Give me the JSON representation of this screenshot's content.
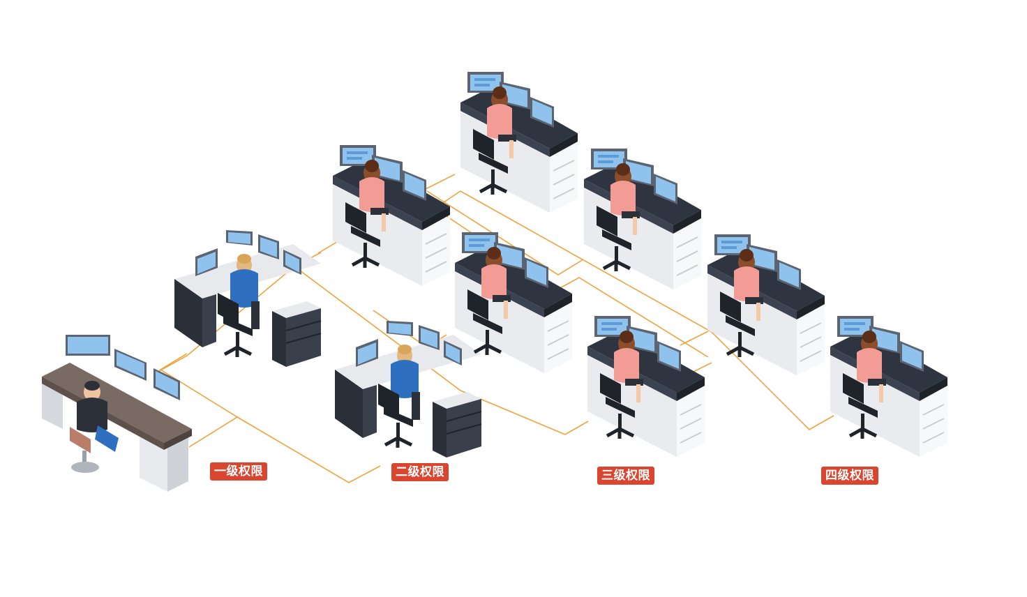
{
  "levels": {
    "level1": "一级权限",
    "level2": "二级权限",
    "level3": "三级权限",
    "level4": "四级权限"
  },
  "colors": {
    "connector": "#F0A23C",
    "badge": "#D9452E",
    "desk_dark": "#2E3440",
    "desk_light": "#E7E9EC",
    "desk_top_brown": "#7A6A64",
    "cabinet_dark": "#2A2F38",
    "monitor": "#8FC3EE",
    "monitor_frame": "#5B6470",
    "shirt_blue": "#2F6FBF",
    "shirt_dark": "#2C3038",
    "blouse_pink": "#F29C95",
    "chair": "#1F232A"
  },
  "stations": [
    {
      "style": "executive",
      "person": "dark"
    },
    {
      "style": "corner-light",
      "person": "blue"
    },
    {
      "style": "corner-light",
      "person": "blue"
    },
    {
      "style": "dark-desk",
      "person": "pink"
    },
    {
      "style": "dark-desk",
      "person": "pink"
    },
    {
      "style": "dark-desk",
      "person": "pink"
    },
    {
      "style": "dark-desk",
      "person": "pink"
    },
    {
      "style": "dark-desk",
      "person": "pink"
    },
    {
      "style": "dark-desk",
      "person": "pink"
    },
    {
      "style": "dark-desk",
      "person": "pink"
    }
  ]
}
